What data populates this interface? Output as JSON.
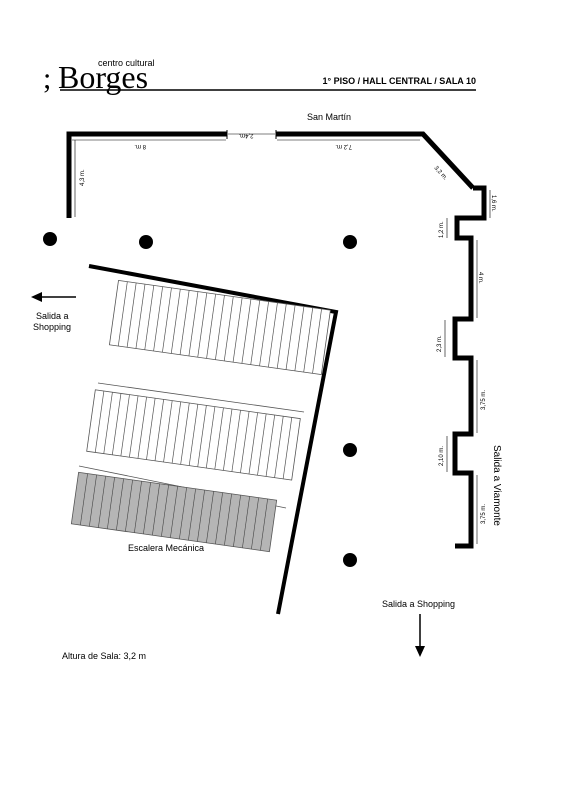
{
  "header": {
    "logo_prefix": ";",
    "logo_word": "Borges",
    "logo_tagline": "centro cultural",
    "title": "1° PISO / HALL CENTRAL / SALA 10"
  },
  "labels": {
    "street_top": "San Martín",
    "exit_left": "Salida a",
    "exit_left_2": "Shopping",
    "exit_right": "Salida a Viamonte",
    "exit_bottom": "Salida a Shopping",
    "escalator": "Escalera Mecánica",
    "room_height": "Altura de Sala: 3,2 m"
  },
  "dimensions": {
    "top_left_run": "8 m.",
    "door_width": "2,4m.",
    "top_right_run": "7,2 m.",
    "left_return": "4,3 m.",
    "diagonal": "3,2 m.",
    "right_1": "1,6 m.",
    "right_2": "1,2 m.",
    "right_3": "4 m.",
    "right_4": "2,3 m.",
    "right_5": "3,75 m.",
    "right_6": "2,10 m.",
    "right_7": "3,75 m."
  },
  "colors": {
    "wall": "#000000",
    "stair_line": "#555555",
    "escalator_fill": "#b5b5b5"
  }
}
